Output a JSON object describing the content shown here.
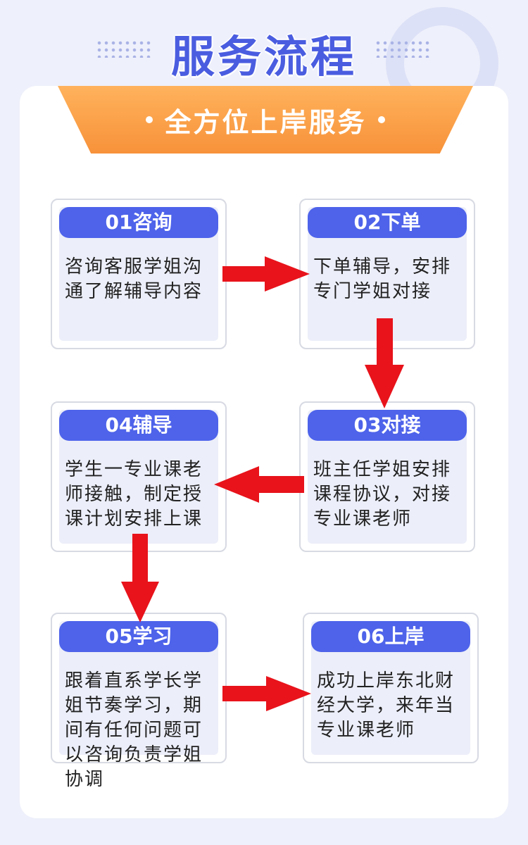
{
  "header": {
    "title": "服务流程",
    "banner": "全方位上岸服务"
  },
  "steps": [
    {
      "title": "01咨询",
      "desc": "咨询客服学姐沟通了解辅导内容"
    },
    {
      "title": "02下单",
      "desc": "下单辅导，安排专门学姐对接"
    },
    {
      "title": "03对接",
      "desc": "班主任学姐安排课程协议，对接专业课老师"
    },
    {
      "title": "04辅导",
      "desc": "学生一专业课老师接触，制定授课计划安排上课"
    },
    {
      "title": "05学习",
      "desc": "跟着直系学长学姐节奏学习，期间有任何问题可以咨询负责学姐协调"
    },
    {
      "title": "06上岸",
      "desc": "成功上岸东北财经大学，来年当专业课老师"
    }
  ],
  "colors": {
    "accent": "#4e63ea",
    "banner": "#f7923a",
    "arrow": "#e8131b",
    "background": "#eef0fb"
  }
}
